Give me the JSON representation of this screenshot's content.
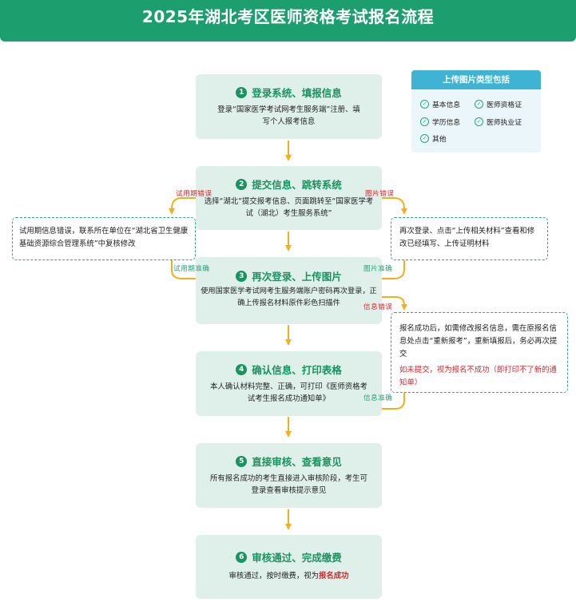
{
  "header": {
    "title": "2025年湖北考区医师资格考试报名流程"
  },
  "steps": [
    {
      "num": "1",
      "title": "登录系统、填报信息",
      "desc": "登录“国家医学考试网考生服务端”注册、填写个人报考信息"
    },
    {
      "num": "2",
      "title": "提交信息、跳转系统",
      "desc": "选择“湖北”提交报考信息、页面跳转至“国家医学考试（湖北）考生服务系统”"
    },
    {
      "num": "3",
      "title": "再次登录、上传图片",
      "desc": "使用国家医学考试网考生服务端账户密码再次登录，正确上传报名材料原件彩色扫描件"
    },
    {
      "num": "4",
      "title": "确认信息、打印表格",
      "desc": "本人确认材料完整、正确，可打印《医师资格考试考生报名成功通知单》"
    },
    {
      "num": "5",
      "title": "直接审核、查看意见",
      "desc": "所有报名成功的考生直接进入审核阶段，考生可登录查看审核提示意见"
    },
    {
      "num": "6",
      "title": "审核通过、完成缴费",
      "desc_prefix": "审核通过，按时缴费，视为",
      "desc_highlight": "报名成功"
    }
  ],
  "upload_types": {
    "title": "上传图片类型包括",
    "items": [
      "基本信息",
      "医师资格证",
      "学历信息",
      "医师执业证",
      "其他"
    ]
  },
  "side_notes": {
    "trial_error": "试用期信息错误，联系所在单位在“湖北省卫生健康基础资源综合管理系统”中复核修改",
    "image_error": "再次登录、点击“上传相关材料”查看和修改已经填写、上传证明材料",
    "info_error_text": "报名成功后，如需修改报名信息，需在原报名信息处点击“重新报考”，重新填报后，务必再次提交",
    "info_error_warning": "如未提交，视为报名不成功（即打印不了新的通知单）"
  },
  "tags": {
    "trial_wrong": "试用期错误",
    "image_wrong": "图片错误",
    "trial_correct": "试用期准确",
    "image_correct": "图片准确",
    "info_wrong": "信息错误",
    "info_correct": "信息准确"
  },
  "colors": {
    "header_green": "#1d9e6f",
    "step_bg": "#dff0ea",
    "step_title": "#19935f",
    "arrow_yellow": "#f2b01e",
    "panel_head": "#3eb3d3",
    "warning_red": "#d9262c"
  }
}
